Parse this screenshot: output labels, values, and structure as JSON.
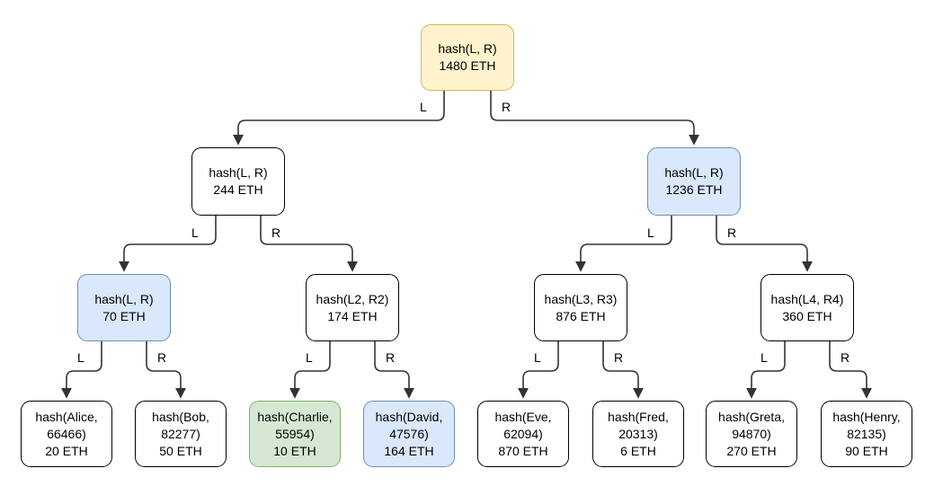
{
  "diagram": {
    "type": "merkle-sum-tree",
    "colors": {
      "yellow_fill": "#fff2cc",
      "yellow_border": "#d6b656",
      "blue_fill": "#dae8fc",
      "blue_border": "#6c8ebf",
      "green_fill": "#d5e8d4",
      "green_border": "#82b366",
      "white_fill": "#ffffff",
      "white_border": "#000000",
      "edge": "#333333",
      "text": "#000000"
    }
  },
  "nodes": [
    {
      "id": "root",
      "hash": "hash(L, R)",
      "amount": "1480 ETH",
      "variant": "yellow"
    },
    {
      "id": "level2-left",
      "hash": "hash(L, R)",
      "amount": "244 ETH",
      "variant": "white"
    },
    {
      "id": "level2-right",
      "hash": "hash(L, R)",
      "amount": "1236 ETH",
      "variant": "blue"
    },
    {
      "id": "level3-1",
      "hash": "hash(L, R)",
      "amount": "70 ETH",
      "variant": "blue"
    },
    {
      "id": "level3-2",
      "hash": "hash(L2, R2)",
      "amount": "174 ETH",
      "variant": "white"
    },
    {
      "id": "level3-3",
      "hash": "hash(L3, R3)",
      "amount": "876 ETH",
      "variant": "white"
    },
    {
      "id": "level3-4",
      "hash": "hash(L4, R4)",
      "amount": "360 ETH",
      "variant": "white"
    },
    {
      "id": "leaf-alice",
      "hash": "hash(Alice, 66466)",
      "amount": "20 ETH",
      "variant": "white"
    },
    {
      "id": "leaf-bob",
      "hash": "hash(Bob, 82277)",
      "amount": "50 ETH",
      "variant": "white"
    },
    {
      "id": "leaf-charlie",
      "hash": "hash(Charlie, 55954)",
      "amount": "10 ETH",
      "variant": "green"
    },
    {
      "id": "leaf-david",
      "hash": "hash(David, 47576)",
      "amount": "164 ETH",
      "variant": "blue"
    },
    {
      "id": "leaf-eve",
      "hash": "hash(Eve, 62094)",
      "amount": "870 ETH",
      "variant": "white"
    },
    {
      "id": "leaf-fred",
      "hash": "hash(Fred, 20313)",
      "amount": "6 ETH",
      "variant": "white"
    },
    {
      "id": "leaf-greta",
      "hash": "hash(Greta, 94870)",
      "amount": "270 ETH",
      "variant": "white"
    },
    {
      "id": "leaf-henry",
      "hash": "hash(Henry, 82135)",
      "amount": "90 ETH",
      "variant": "white"
    }
  ],
  "edges": [
    {
      "from": "root",
      "to": "level2-left",
      "label": "L"
    },
    {
      "from": "root",
      "to": "level2-right",
      "label": "R"
    },
    {
      "from": "level2-left",
      "to": "level3-1",
      "label": "L"
    },
    {
      "from": "level2-left",
      "to": "level3-2",
      "label": "R"
    },
    {
      "from": "level2-right",
      "to": "level3-3",
      "label": "L"
    },
    {
      "from": "level2-right",
      "to": "level3-4",
      "label": "R"
    },
    {
      "from": "level3-1",
      "to": "leaf-alice",
      "label": "L"
    },
    {
      "from": "level3-1",
      "to": "leaf-bob",
      "label": "R"
    },
    {
      "from": "level3-2",
      "to": "leaf-charlie",
      "label": "L"
    },
    {
      "from": "level3-2",
      "to": "leaf-david",
      "label": "R"
    },
    {
      "from": "level3-3",
      "to": "leaf-eve",
      "label": "L"
    },
    {
      "from": "level3-3",
      "to": "leaf-fred",
      "label": "R"
    },
    {
      "from": "level3-4",
      "to": "leaf-greta",
      "label": "L"
    },
    {
      "from": "level3-4",
      "to": "leaf-henry",
      "label": "R"
    }
  ]
}
